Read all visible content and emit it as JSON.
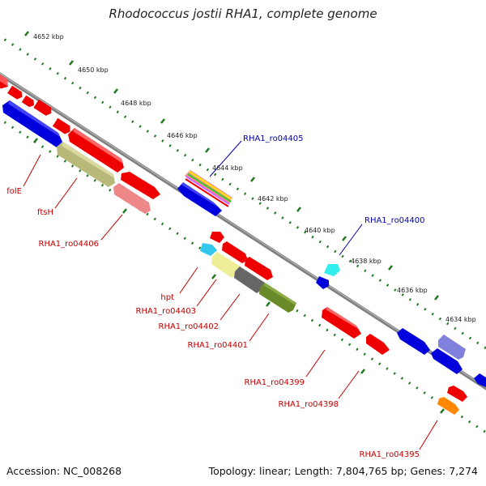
{
  "title": "Rhodococcus jostii RHA1, complete genome",
  "footer": {
    "accession": "Accession: NC_008268",
    "summary": "Topology: linear; Length: 7,804,765 bp; Genes: 7,274"
  },
  "scale_labels": [
    "4652 kbp",
    "4650 kbp",
    "4648 kbp",
    "4646 kbp",
    "4644 kbp",
    "4642 kbp",
    "4640 kbp",
    "4638 kbp",
    "4636 kbp",
    "4634 kbp"
  ],
  "gene_labels": {
    "upper": [
      "RHA1_ro04405",
      "RHA1_ro04400"
    ],
    "lower": [
      "folE",
      "ftsH",
      "RHA1_ro04406",
      "hpt",
      "RHA1_ro04403",
      "RHA1_ro04402",
      "RHA1_ro04401",
      "RHA1_ro04399",
      "RHA1_ro04398",
      "RHA1_ro04395"
    ]
  },
  "colors": {
    "backbone": "#808080",
    "tick": "#1e7a1e",
    "cds_red": "#ee0000",
    "cds_blue": "#0000dd",
    "khaki": "#b8b878",
    "pink": "#ee8888",
    "cyan": "#33c8ee",
    "pale_yellow": "#eeee99",
    "gray": "#666666",
    "olive": "#6a8a2a",
    "lavender": "#8080dd",
    "orange": "#ff8800",
    "label_red": "#c40000",
    "label_blue": "#0000b0"
  }
}
